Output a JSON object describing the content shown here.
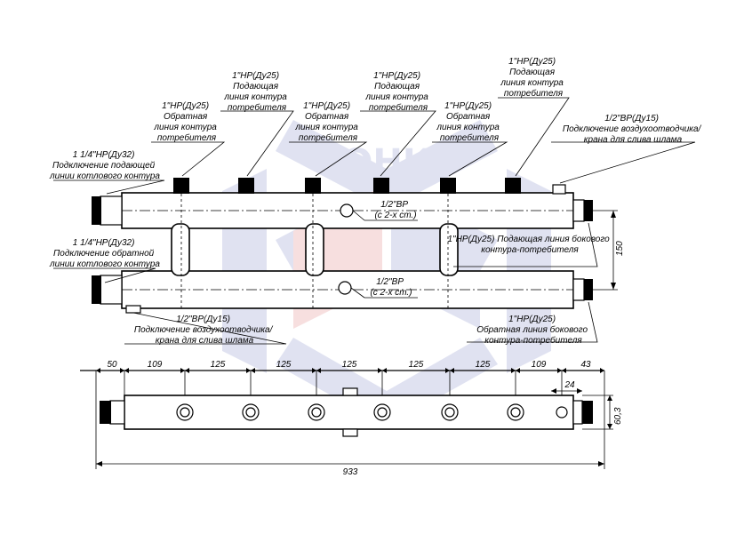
{
  "watermark": {
    "text": "ЭНКО",
    "colors": {
      "blue": "#c7cbe6",
      "red": "#f2c6c6"
    }
  },
  "labels": {
    "upper_left_inlet": [
      "1 1/4\"НР(Ду32)",
      "Подключение подающей",
      "линии котлового контура"
    ],
    "lower_left_inlet": [
      "1 1/4\"НР(Ду32)",
      "Подключение обратной",
      "линии котлового контура"
    ],
    "return_1": [
      "1\"НР(Ду25)",
      "Обратная",
      "линия контура",
      "потребителя"
    ],
    "supply_1": [
      "1\"НР(Ду25)",
      "Подающая",
      "линия контура",
      "потребителя"
    ],
    "return_2": [
      "1\"НР(Ду25)",
      "Обратная",
      "линия контура",
      "потребителя"
    ],
    "supply_2": [
      "1\"НР(Ду25)",
      "Подающая",
      "линия контура",
      "потребителя"
    ],
    "return_3": [
      "1\"НР(Ду25)",
      "Обратная",
      "линия контура",
      "потребителя"
    ],
    "supply_3": [
      "1\"НР(Ду25)",
      "Подающая",
      "линия контура",
      "потребителя"
    ],
    "air_vent_top": [
      "1/2\"ВР(Ду15)",
      "Подключение воздухоотводчика/",
      "крана для слива шлама"
    ],
    "side_supply": [
      "1\"НР(Ду25) Подающая линия бокового",
      "контура-потребителя"
    ],
    "side_return": [
      "1\"НР(Ду25)",
      "Обратная линия бокового",
      "контура-потребителя"
    ],
    "air_vent_bottom": [
      "1/2\"ВР(Ду15)",
      "Подключение воздухоотводчика/",
      "крана для слива шлама"
    ],
    "sensor_upper": [
      "1/2\"ВР",
      "(с 2-х ст.)"
    ],
    "sensor_lower": [
      "1/2\"ВР",
      "(с 2-х ст.)"
    ]
  },
  "dimensions": {
    "spacing": [
      "50",
      "109",
      "125",
      "125",
      "125",
      "125",
      "125",
      "109",
      "43"
    ],
    "total": "933",
    "vertical": "150",
    "port": "24",
    "height": "60,3"
  }
}
